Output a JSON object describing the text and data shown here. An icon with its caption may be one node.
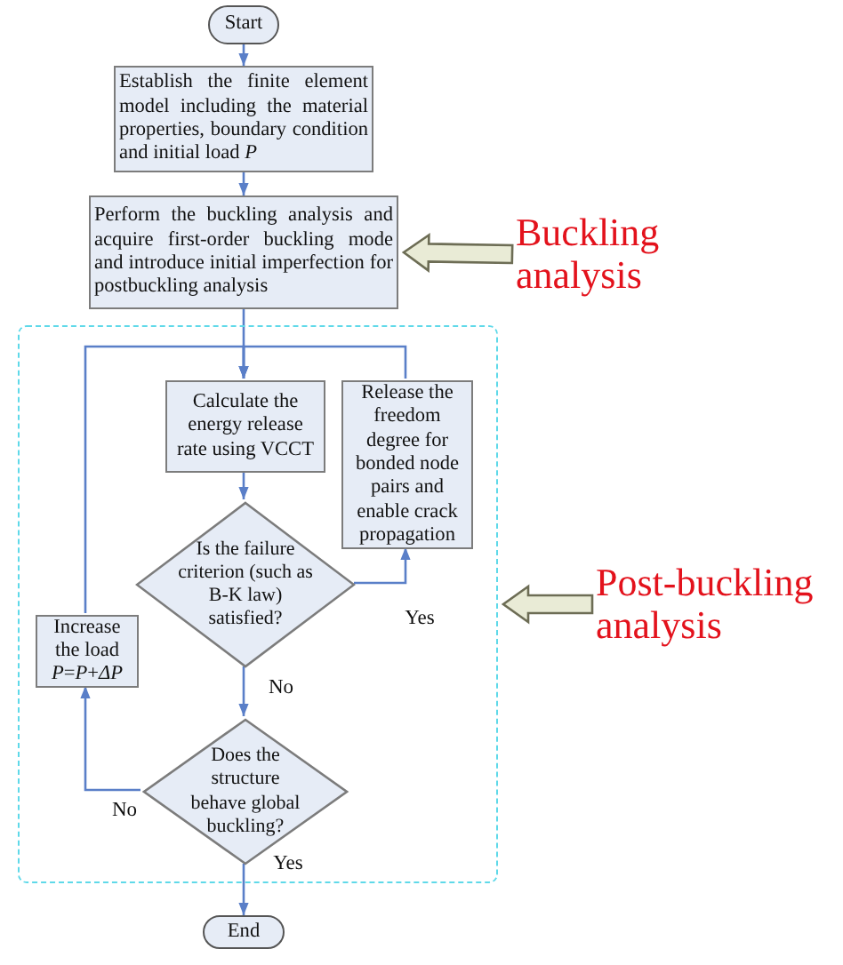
{
  "diagram": {
    "nodes": [
      {
        "text": [
          "Start"
        ]
      },
      {
        "text": [
          "Establish the finite element model including the material properties, boundary condition and initial load *P*"
        ]
      },
      {
        "text": [
          "Perform the buckling analysis and acquire first-order buckling mode and introduce initial imperfection for postbuckling analysis"
        ]
      },
      {
        "text": [],
        "shape": "box"
      },
      {
        "text": [
          "Calculate the energy release rate using VCCT"
        ],
        "in": 3
      },
      {
        "text": [
          "Release the freedom degree for bonded node pairs and enable crack propagation"
        ],
        "in": 3
      },
      {
        "text": [
          "Is the failure criterion (such as B-K law) satisfied?"
        ],
        "in": 3
      },
      {
        "text": [
          "Increase the load *P*=*P*+*ΔP*"
        ],
        "in": 3
      },
      {
        "text": [
          "Does the structure behave global buckling?"
        ],
        "in": 3
      },
      {
        "text": [
          "End"
        ]
      },
      {
        "text": [
          "Buckling analysis"
        ]
      },
      {
        "text": [
          "Post-buckling analysis"
        ]
      }
    ],
    "edges": [
      {
        "from": 0,
        "to": 1,
        "arrow": "to"
      },
      {
        "from": 1,
        "to": 2,
        "arrow": "to"
      },
      {
        "from": 2,
        "to": 4,
        "arrow": "to"
      },
      {
        "from": 4,
        "to": 6,
        "arrow": "to"
      },
      {
        "from": 6,
        "to": 5,
        "arrow": "to",
        "label": "Yes"
      },
      {
        "from": 5,
        "to": 4,
        "arrow": "to"
      },
      {
        "from": 6,
        "to": 8,
        "arrow": "to",
        "label": "No"
      },
      {
        "from": 8,
        "to": 7,
        "arrow": "to",
        "label": "No"
      },
      {
        "from": 7,
        "to": 4,
        "arrow": "to"
      },
      {
        "from": 8,
        "to": 9,
        "arrow": "to",
        "label": "Yes"
      },
      {
        "from": 10,
        "to": 2,
        "arrow": "to",
        "style": "thick",
        "color": "#e9ebd6"
      },
      {
        "from": 11,
        "to": 3,
        "arrow": "to",
        "style": "thick",
        "color": "#e9ebd6"
      }
    ]
  }
}
